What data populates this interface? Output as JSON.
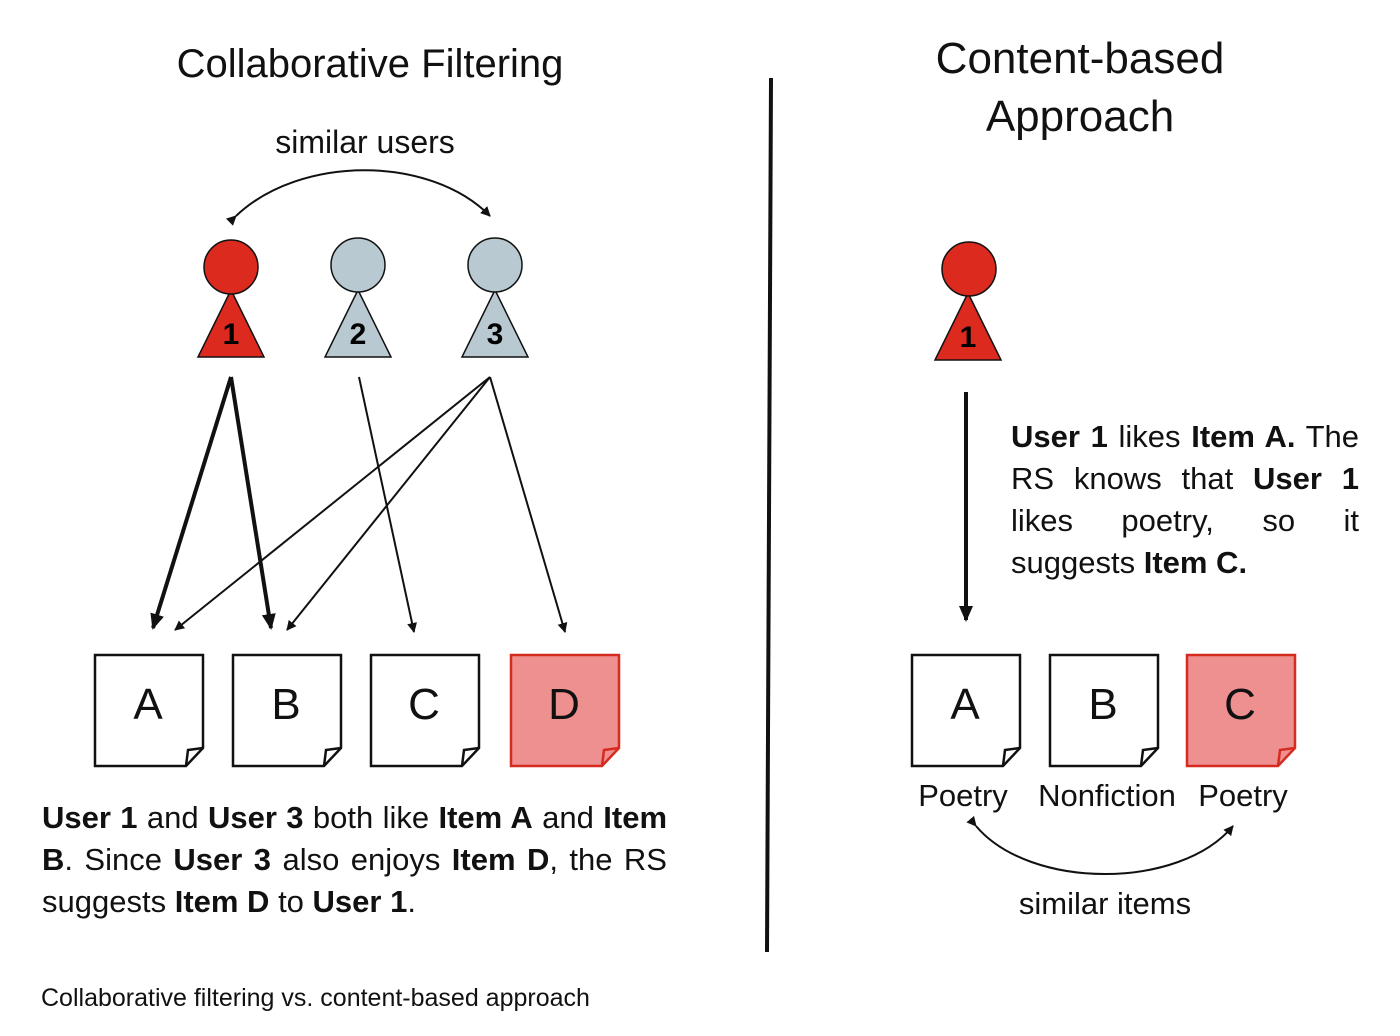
{
  "colors": {
    "active_user": "#dd2a1f",
    "other_user": "#b9c9d1",
    "highlight_item": "#ef9090",
    "highlight_item_border": "#d62b1f",
    "ink": "#111111"
  },
  "left": {
    "title": "Collaborative Filtering",
    "similar_label": "similar users",
    "users": [
      {
        "num": "1",
        "color": "active_user"
      },
      {
        "num": "2",
        "color": "other_user"
      },
      {
        "num": "3",
        "color": "other_user"
      }
    ],
    "items": [
      "A",
      "B",
      "C",
      "D"
    ],
    "explanation": [
      {
        "t": "User 1",
        "b": true
      },
      {
        "t": " and ",
        "b": false
      },
      {
        "t": "User 3",
        "b": true
      },
      {
        "t": " both like ",
        "b": false
      },
      {
        "t": "Item A",
        "b": true
      },
      {
        "t": " and ",
        "b": false
      },
      {
        "t": "Item B",
        "b": true
      },
      {
        "t": ". Since ",
        "b": false
      },
      {
        "t": "User 3",
        "b": true
      },
      {
        "t": " also enjoys ",
        "b": false
      },
      {
        "t": "Item D",
        "b": true
      },
      {
        "t": ", the RS suggests ",
        "b": false
      },
      {
        "t": "Item D",
        "b": true
      },
      {
        "t": " to ",
        "b": false
      },
      {
        "t": "User 1",
        "b": true
      },
      {
        "t": ".",
        "b": false
      }
    ]
  },
  "right": {
    "title_line1": "Content-based",
    "title_line2": "Approach",
    "user_num": "1",
    "explanation": [
      {
        "t": "User 1",
        "b": true
      },
      {
        "t": " likes ",
        "b": false
      },
      {
        "t": "Item A.",
        "b": true
      },
      {
        "t": " The RS knows that ",
        "b": false
      },
      {
        "t": "User 1",
        "b": true
      },
      {
        "t": " likes poetry, so it suggests ",
        "b": false
      },
      {
        "t": "Item C.",
        "b": true
      }
    ],
    "items": [
      {
        "letter": "A",
        "category": "Poetry"
      },
      {
        "letter": "B",
        "category": "Nonfiction"
      },
      {
        "letter": "C",
        "category": "Poetry"
      }
    ],
    "similar_label": "similar items"
  },
  "caption": "Collaborative filtering vs. content-based approach"
}
